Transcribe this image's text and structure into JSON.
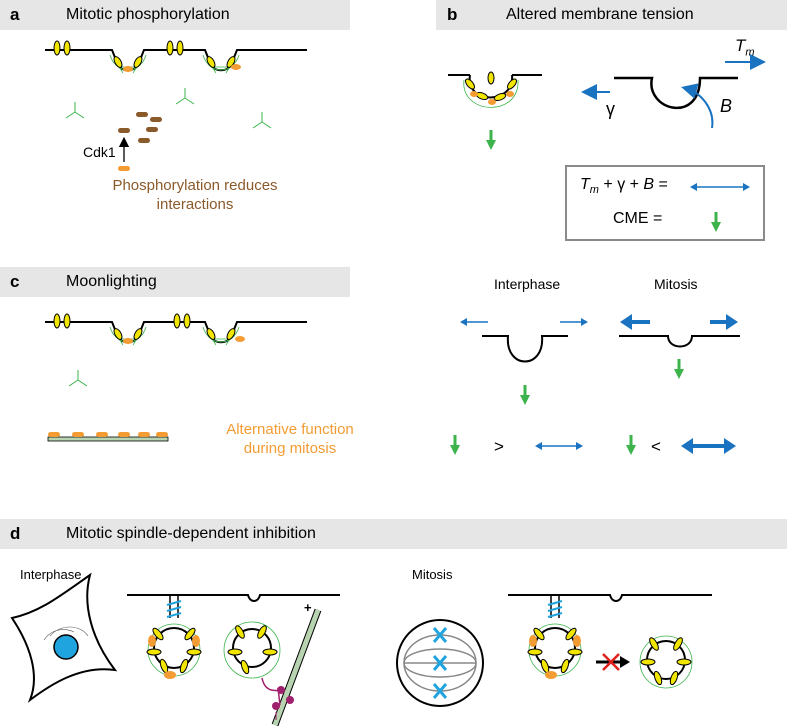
{
  "panels": {
    "a": {
      "letter": "a",
      "title": "Mitotic phosphorylation",
      "kinase": "Cdk1",
      "note_line1": "Phosphorylation reduces",
      "note_line2": "interactions"
    },
    "b": {
      "letter": "b",
      "title": "Altered membrane tension",
      "tm_label": "T",
      "tm_sub": "m",
      "gamma_label": "γ",
      "b_label": "B",
      "legend_eq_lhs_1": "T",
      "legend_eq_lhs_sub": "m",
      "legend_eq_lhs_2": " + γ + ",
      "legend_eq_lhs_3": "B",
      "legend_eq_eq": " =",
      "legend_cme": "CME  =",
      "interphase": "Interphase",
      "mitosis": "Mitosis",
      "gt": ">",
      "lt": "<"
    },
    "c": {
      "letter": "c",
      "title": "Moonlighting",
      "note_line1": "Alternative function",
      "note_line2": "during mitosis"
    },
    "d": {
      "letter": "d",
      "title": "Mitotic spindle-dependent inhibition",
      "interphase": "Interphase",
      "mitosis": "Mitosis",
      "plus": "+"
    }
  },
  "colors": {
    "bar": "#e6e6e6",
    "yellow": "#f2e600",
    "orange": "#f39c34",
    "brown": "#8b5a2b",
    "green": "#3cb44b",
    "blue": "#1a73c0",
    "cyan": "#1fa4e0",
    "magenta": "#a0206e",
    "red": "#e0201b"
  }
}
